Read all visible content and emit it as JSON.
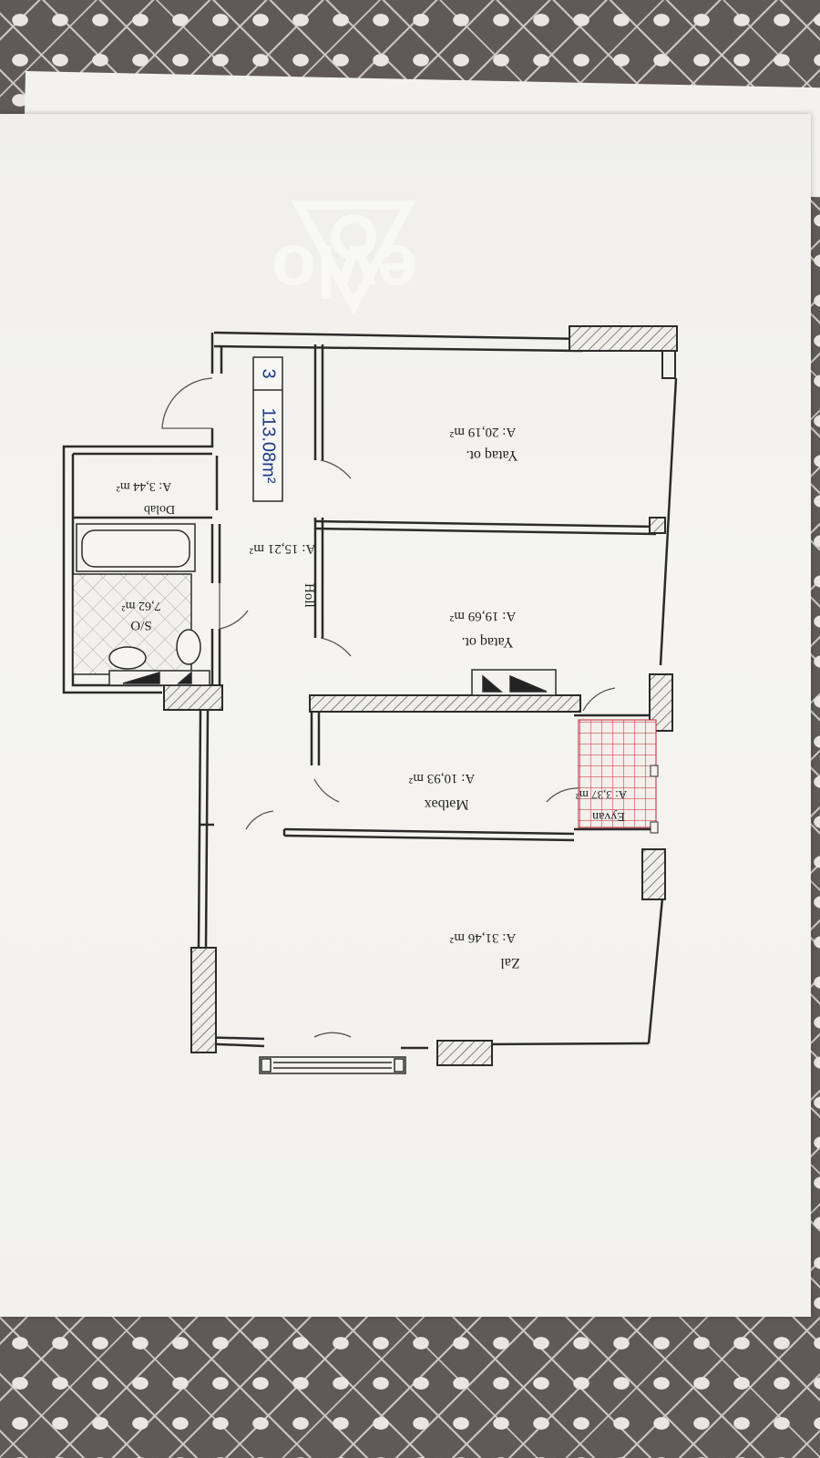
{
  "watermark": {
    "text": "evlo"
  },
  "badge": {
    "rooms": "3",
    "area": "113.08m²"
  },
  "rooms": [
    {
      "id": "yataq1",
      "name": "Yataq ot.",
      "area": "A: 20,19 m²"
    },
    {
      "id": "yataq2",
      "name": "Yataq ot.",
      "area": "A: 19,69 m²"
    },
    {
      "id": "holl",
      "name": "Holl",
      "area": "A: 15,21 m²"
    },
    {
      "id": "dolab",
      "name": "Dolab",
      "area": "A: 3,44 m²"
    },
    {
      "id": "so",
      "name": "S/O",
      "area": "7,62 m²"
    },
    {
      "id": "metbex",
      "name": "Mətbəx",
      "area": "A: 10,93 m²"
    },
    {
      "id": "eyvan",
      "name": "Eyvan",
      "area": "A: 3,37 m²"
    },
    {
      "id": "zal",
      "name": "Zal",
      "area": "A: 31,46 m²"
    }
  ],
  "colors": {
    "wall": "#2b2b2b",
    "balcony_grid": "#c0262b",
    "badge_text": "#1d3b8c",
    "paper": "#f3f2ef"
  }
}
